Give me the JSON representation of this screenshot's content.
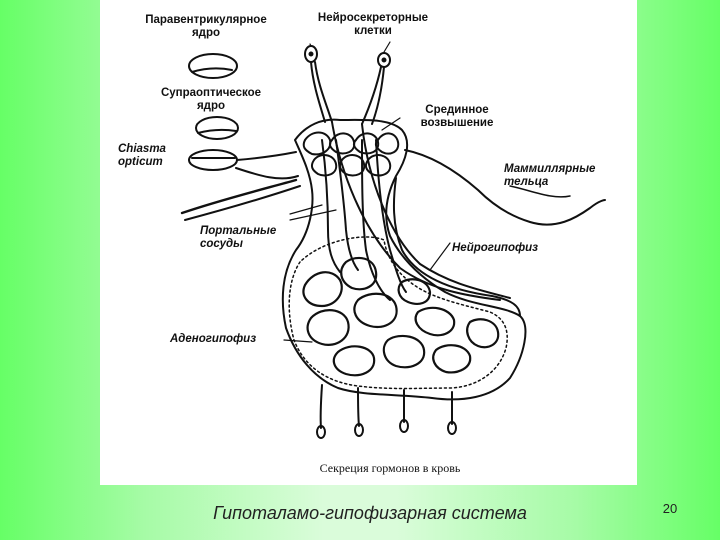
{
  "diagram": {
    "labels": {
      "paraventricular": "Паравентрикулярное\nядро",
      "neurosecretory": "Нейросекреторные\nклетки",
      "supraoptic": "Супраоптическое\nядро",
      "chiasma": "Chiasma\nopticum",
      "median_eminence": "Срединное\nвозвышение",
      "mammillary": "Маммиллярные\nтельца",
      "portal_vessels": "Портальные\nсосуды",
      "neurohypophysis": "Нейрогипофиз",
      "adenohypophysis": "Аденогипофиз",
      "secretion": "Секреция гормонов в кровь"
    }
  },
  "caption": "Гипоталамо-гипофизарная система",
  "page_number": "20"
}
